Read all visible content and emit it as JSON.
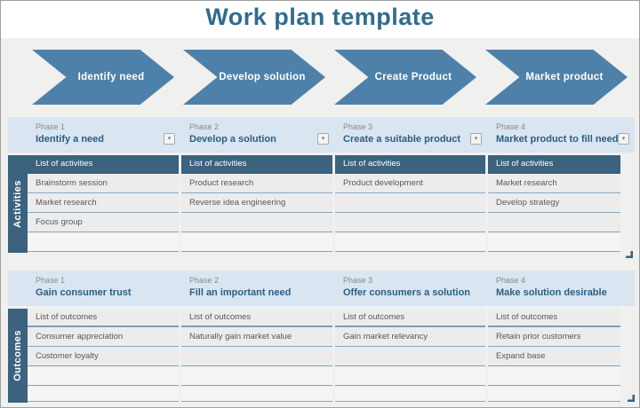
{
  "title": "Work plan template",
  "icons": {
    "dropdown": "▾"
  },
  "colors": {
    "page_bg": "#F0F0EE",
    "title": "#306C8E",
    "arrow": "#4E81A9",
    "band": "#D9E5F0",
    "dark_header": "#3B627F",
    "row_bg": "#ECECEC",
    "row_border": "#87A5BE",
    "cell_text": "#585858",
    "phase_number": "#8A8A8A",
    "phase_title": "#2B5E84"
  },
  "arrows": [
    {
      "label": "Identify need"
    },
    {
      "label": "Develop solution"
    },
    {
      "label": "Create Product"
    },
    {
      "label": "Market product"
    }
  ],
  "sections": [
    {
      "side_label": "Activities",
      "phases": [
        {
          "number": "Phase 1",
          "title": "Identify a need"
        },
        {
          "number": "Phase 2",
          "title": "Develop a solution"
        },
        {
          "number": "Phase 3",
          "title": "Create a suitable product"
        },
        {
          "number": "Phase 4",
          "title": "Market product to fill need"
        }
      ],
      "header_row": [
        "List of activities",
        "List of activities",
        "List of activities",
        "List of activities"
      ],
      "rows": [
        [
          "Brainstorm session",
          "Product research",
          "Product development",
          "Market research"
        ],
        [
          "Market research",
          "Reverse idea engineering",
          "",
          "Develop strategy"
        ],
        [
          "Focus group",
          "",
          "",
          ""
        ],
        [
          "",
          "",
          "",
          ""
        ]
      ]
    },
    {
      "side_label": "Outcomes",
      "phases": [
        {
          "number": "Phase 1",
          "title": "Gain consumer trust"
        },
        {
          "number": "Phase 2",
          "title": "Fill an important need"
        },
        {
          "number": "Phase 3",
          "title": "Offer consumers a solution"
        },
        {
          "number": "Phase 4",
          "title": "Make solution desirable"
        }
      ],
      "header_row": [
        "List of outcomes",
        "List of outcomes",
        "List of outcomes",
        "List of outcomes"
      ],
      "rows": [
        [
          "Consumer appreciation",
          "Naturally gain market value",
          "Gain market relevancy",
          "Retain prior customers"
        ],
        [
          "Customer loyalty",
          "",
          "",
          "Expand base"
        ],
        [
          "",
          "",
          "",
          ""
        ],
        [
          "",
          "",
          "",
          ""
        ]
      ]
    }
  ]
}
